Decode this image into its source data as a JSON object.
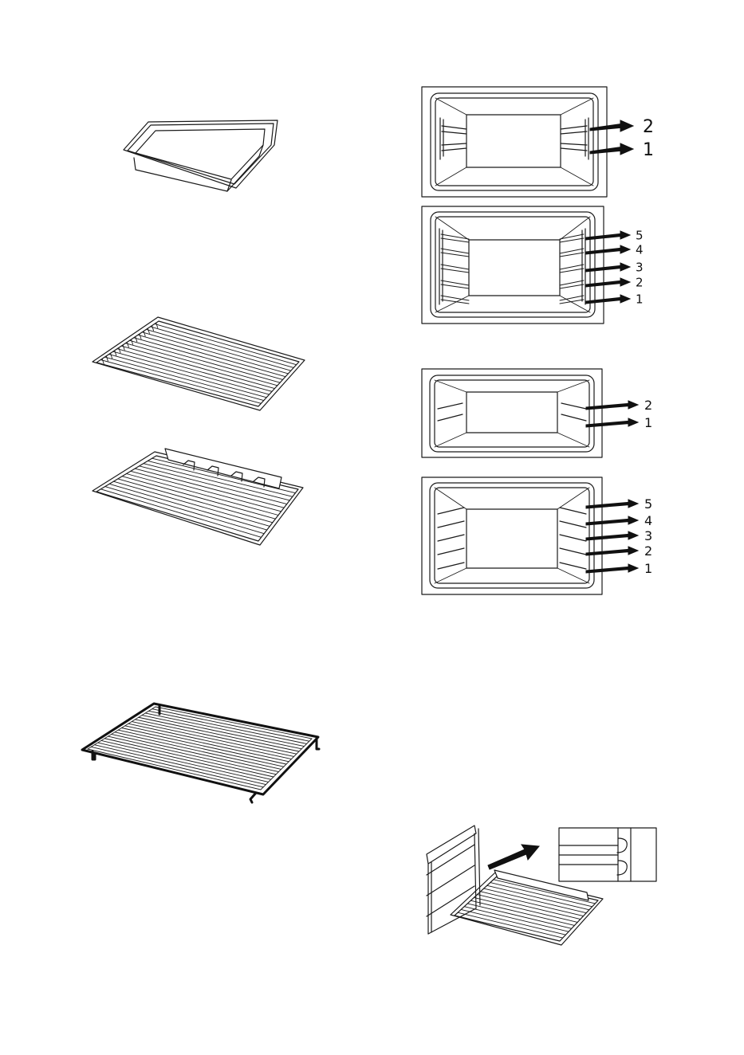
{
  "diagram_a": {
    "levels": [
      "2",
      "1"
    ]
  },
  "diagram_b": {
    "levels": [
      "5",
      "4",
      "3",
      "2",
      "1"
    ]
  },
  "diagram_c": {
    "levels": [
      "2",
      "1"
    ]
  },
  "diagram_d": {
    "levels": [
      "5",
      "4",
      "3",
      "2",
      "1"
    ]
  }
}
